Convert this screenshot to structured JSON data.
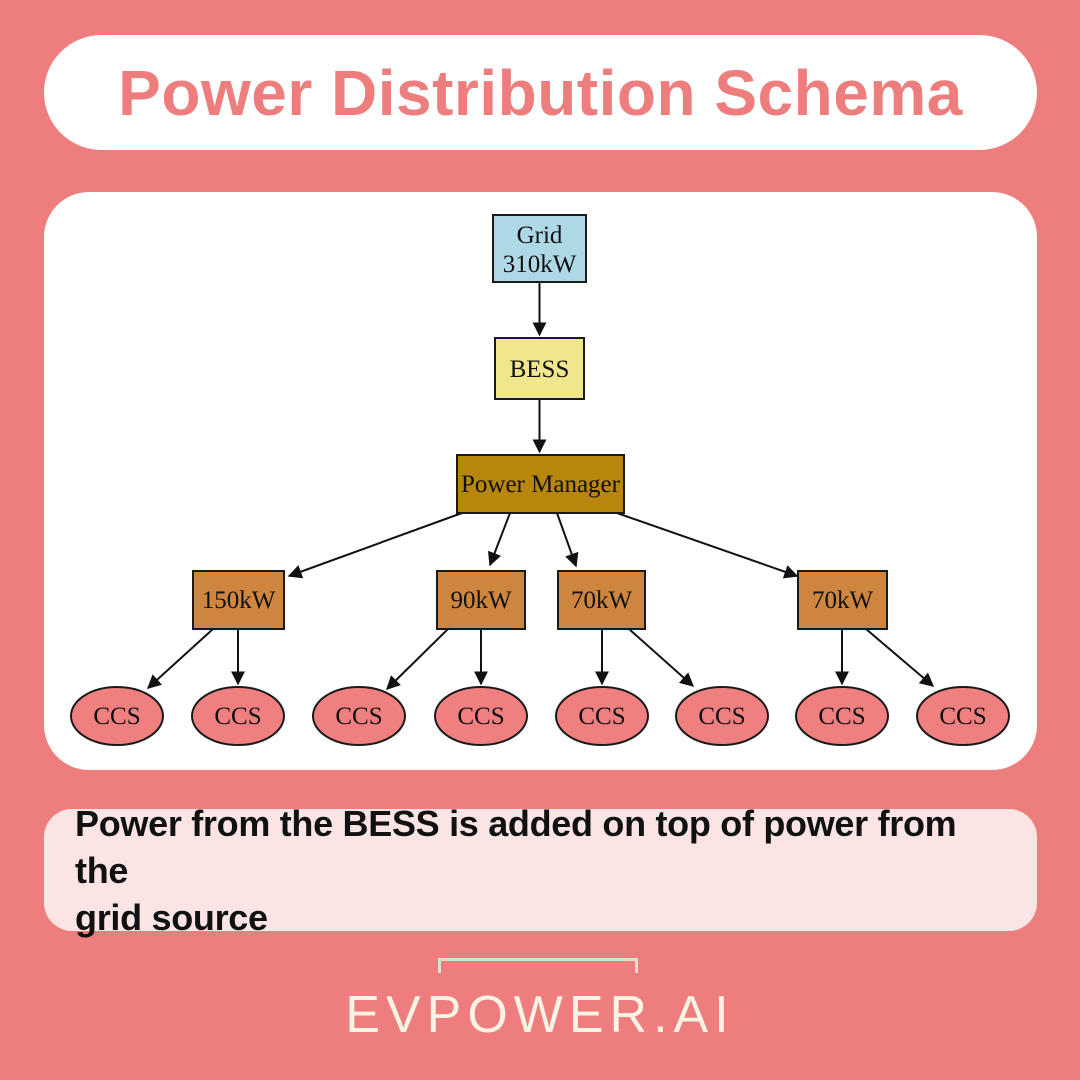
{
  "header": {
    "title": "Power Distribution Schema"
  },
  "diagram": {
    "source": {
      "line1": "Grid",
      "line2": "310kW"
    },
    "battery": {
      "label": "BESS"
    },
    "manager": {
      "label": "Power Manager"
    },
    "chargers": [
      {
        "label": "150kW"
      },
      {
        "label": "90kW"
      },
      {
        "label": "70kW"
      },
      {
        "label": "70kW"
      }
    ],
    "connectors": [
      "CCS",
      "CCS",
      "CCS",
      "CCS",
      "CCS",
      "CCS",
      "CCS",
      "CCS"
    ]
  },
  "caption": {
    "line1": "Power from the BESS is added on top of power from the",
    "line2": "grid source"
  },
  "footer": {
    "brand": "EVPOWER.AI"
  },
  "colors": {
    "background": "#ee7d7d",
    "title_text": "#ee7d7d",
    "card": "#ffffff",
    "grid_fill": "#add8e6",
    "bess_fill": "#f0e68c",
    "manager_fill": "#b8860b",
    "charger_fill": "#cd853f",
    "ccs_fill": "#f08080",
    "caption_bg": "#fae4e4",
    "caption_text": "#111111",
    "brand_text": "#f8f3e4",
    "bracket": "#d9e0cd",
    "edge": "#111111"
  }
}
